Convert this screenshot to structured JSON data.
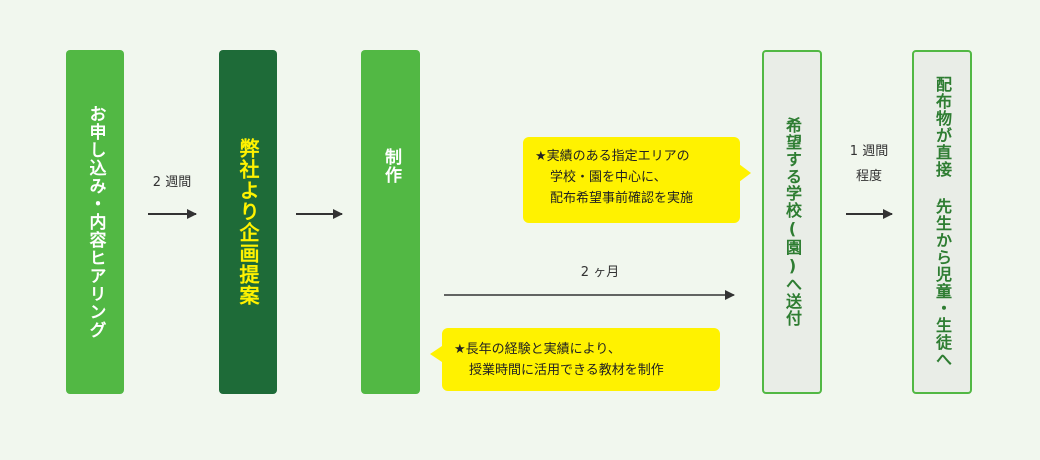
{
  "steps": [
    {
      "id": "step1",
      "label": "お申し込み・内容ヒアリング"
    },
    {
      "id": "step2",
      "label": "弊社より企画提案"
    },
    {
      "id": "step3",
      "label": "制作"
    },
    {
      "id": "step4",
      "label": "希望する学校(園)へ送付"
    },
    {
      "id": "step5",
      "label": "配布物が直接 先生から児童・生徒へ"
    }
  ],
  "durations": {
    "d1": "2 週間",
    "d2": "2 ヶ月",
    "d3_line1": "1 週間",
    "d3_line2": "程度"
  },
  "callouts": {
    "upper": {
      "line1": "★実績のある指定エリアの",
      "line2": "学校・園を中心に、",
      "line3": "配布希望事前確認を実施"
    },
    "lower": {
      "line1": "★長年の経験と実績により、",
      "line2": "授業時間に活用できる教材を制作"
    }
  },
  "colors": {
    "green": "#52b844",
    "dark_green": "#1e6b38",
    "yellow": "#fff200",
    "grey_box": "#e9ede7",
    "text_green": "#2e7d32"
  }
}
